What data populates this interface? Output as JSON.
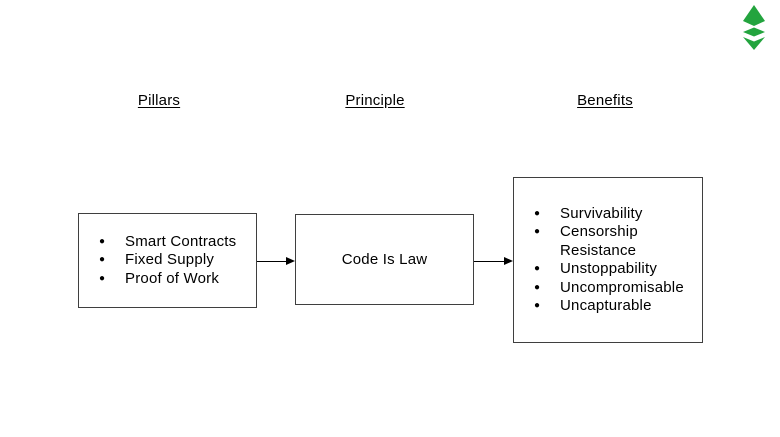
{
  "page": {
    "background_color": "#ffffff",
    "text_color": "#000000",
    "box_border_color": "#3f3f3f"
  },
  "logo": {
    "name": "ethereum-classic-logo",
    "color": "#23a43e"
  },
  "headers": {
    "pillars": "Pillars",
    "principle": "Principle",
    "benefits": "Benefits"
  },
  "diagram": {
    "pillars": {
      "items": [
        "Smart Contracts",
        "Fixed Supply",
        "Proof of Work"
      ]
    },
    "principle": {
      "label": "Code Is Law"
    },
    "benefits": {
      "items": [
        "Survivability",
        "Censorship Resistance",
        "Unstoppability",
        "Uncompromisable",
        "Uncapturable"
      ]
    },
    "bullet_glyph": "●"
  }
}
